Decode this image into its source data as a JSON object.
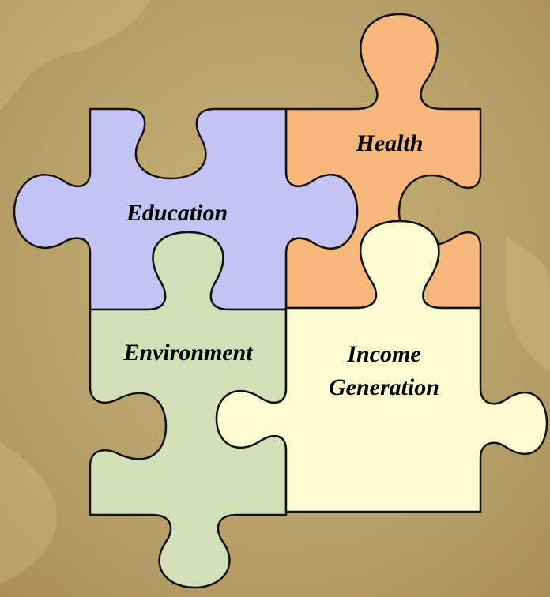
{
  "colors": {
    "background": "#b9a36b",
    "education": "#c4c4f4",
    "health": "#f6b77c",
    "environment": "#d2e0b8",
    "income_generation": "#fbfbd2",
    "outline": "#111111"
  },
  "pieces": {
    "education": {
      "label": "Education"
    },
    "health": {
      "label": "Health"
    },
    "environment": {
      "label": "Environment"
    },
    "income_generation": {
      "line1": "Income",
      "line2": "Generation"
    }
  }
}
